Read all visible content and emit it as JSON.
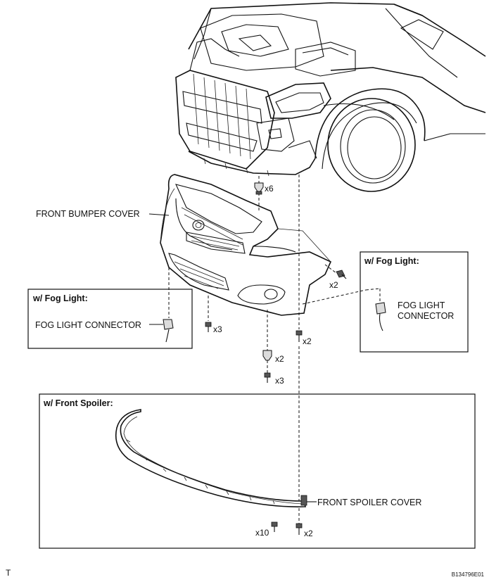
{
  "labels": {
    "front_bumper_cover": "FRONT BUMPER COVER",
    "fog_light_left_heading": "w/ Fog Light:",
    "fog_light_connector_left": "FOG LIGHT CONNECTOR",
    "fog_light_right_heading": "w/ Fog Light:",
    "fog_light_connector_right_line1": "FOG LIGHT",
    "fog_light_connector_right_line2": "CONNECTOR",
    "front_spoiler_heading": "w/ Front Spoiler:",
    "front_spoiler_cover": "FRONT SPOILER COVER"
  },
  "quantities": {
    "clip_top": "x6",
    "screw_side": "x2",
    "screw_left_bottom": "x3",
    "screw_right_bottom": "x2",
    "clip_middle": "x2",
    "screw_middle": "x3",
    "spoiler_screws": "x10",
    "spoiler_bolts": "x2"
  },
  "footer": {
    "left_mark": "T",
    "figure_code": "B134796E01"
  }
}
